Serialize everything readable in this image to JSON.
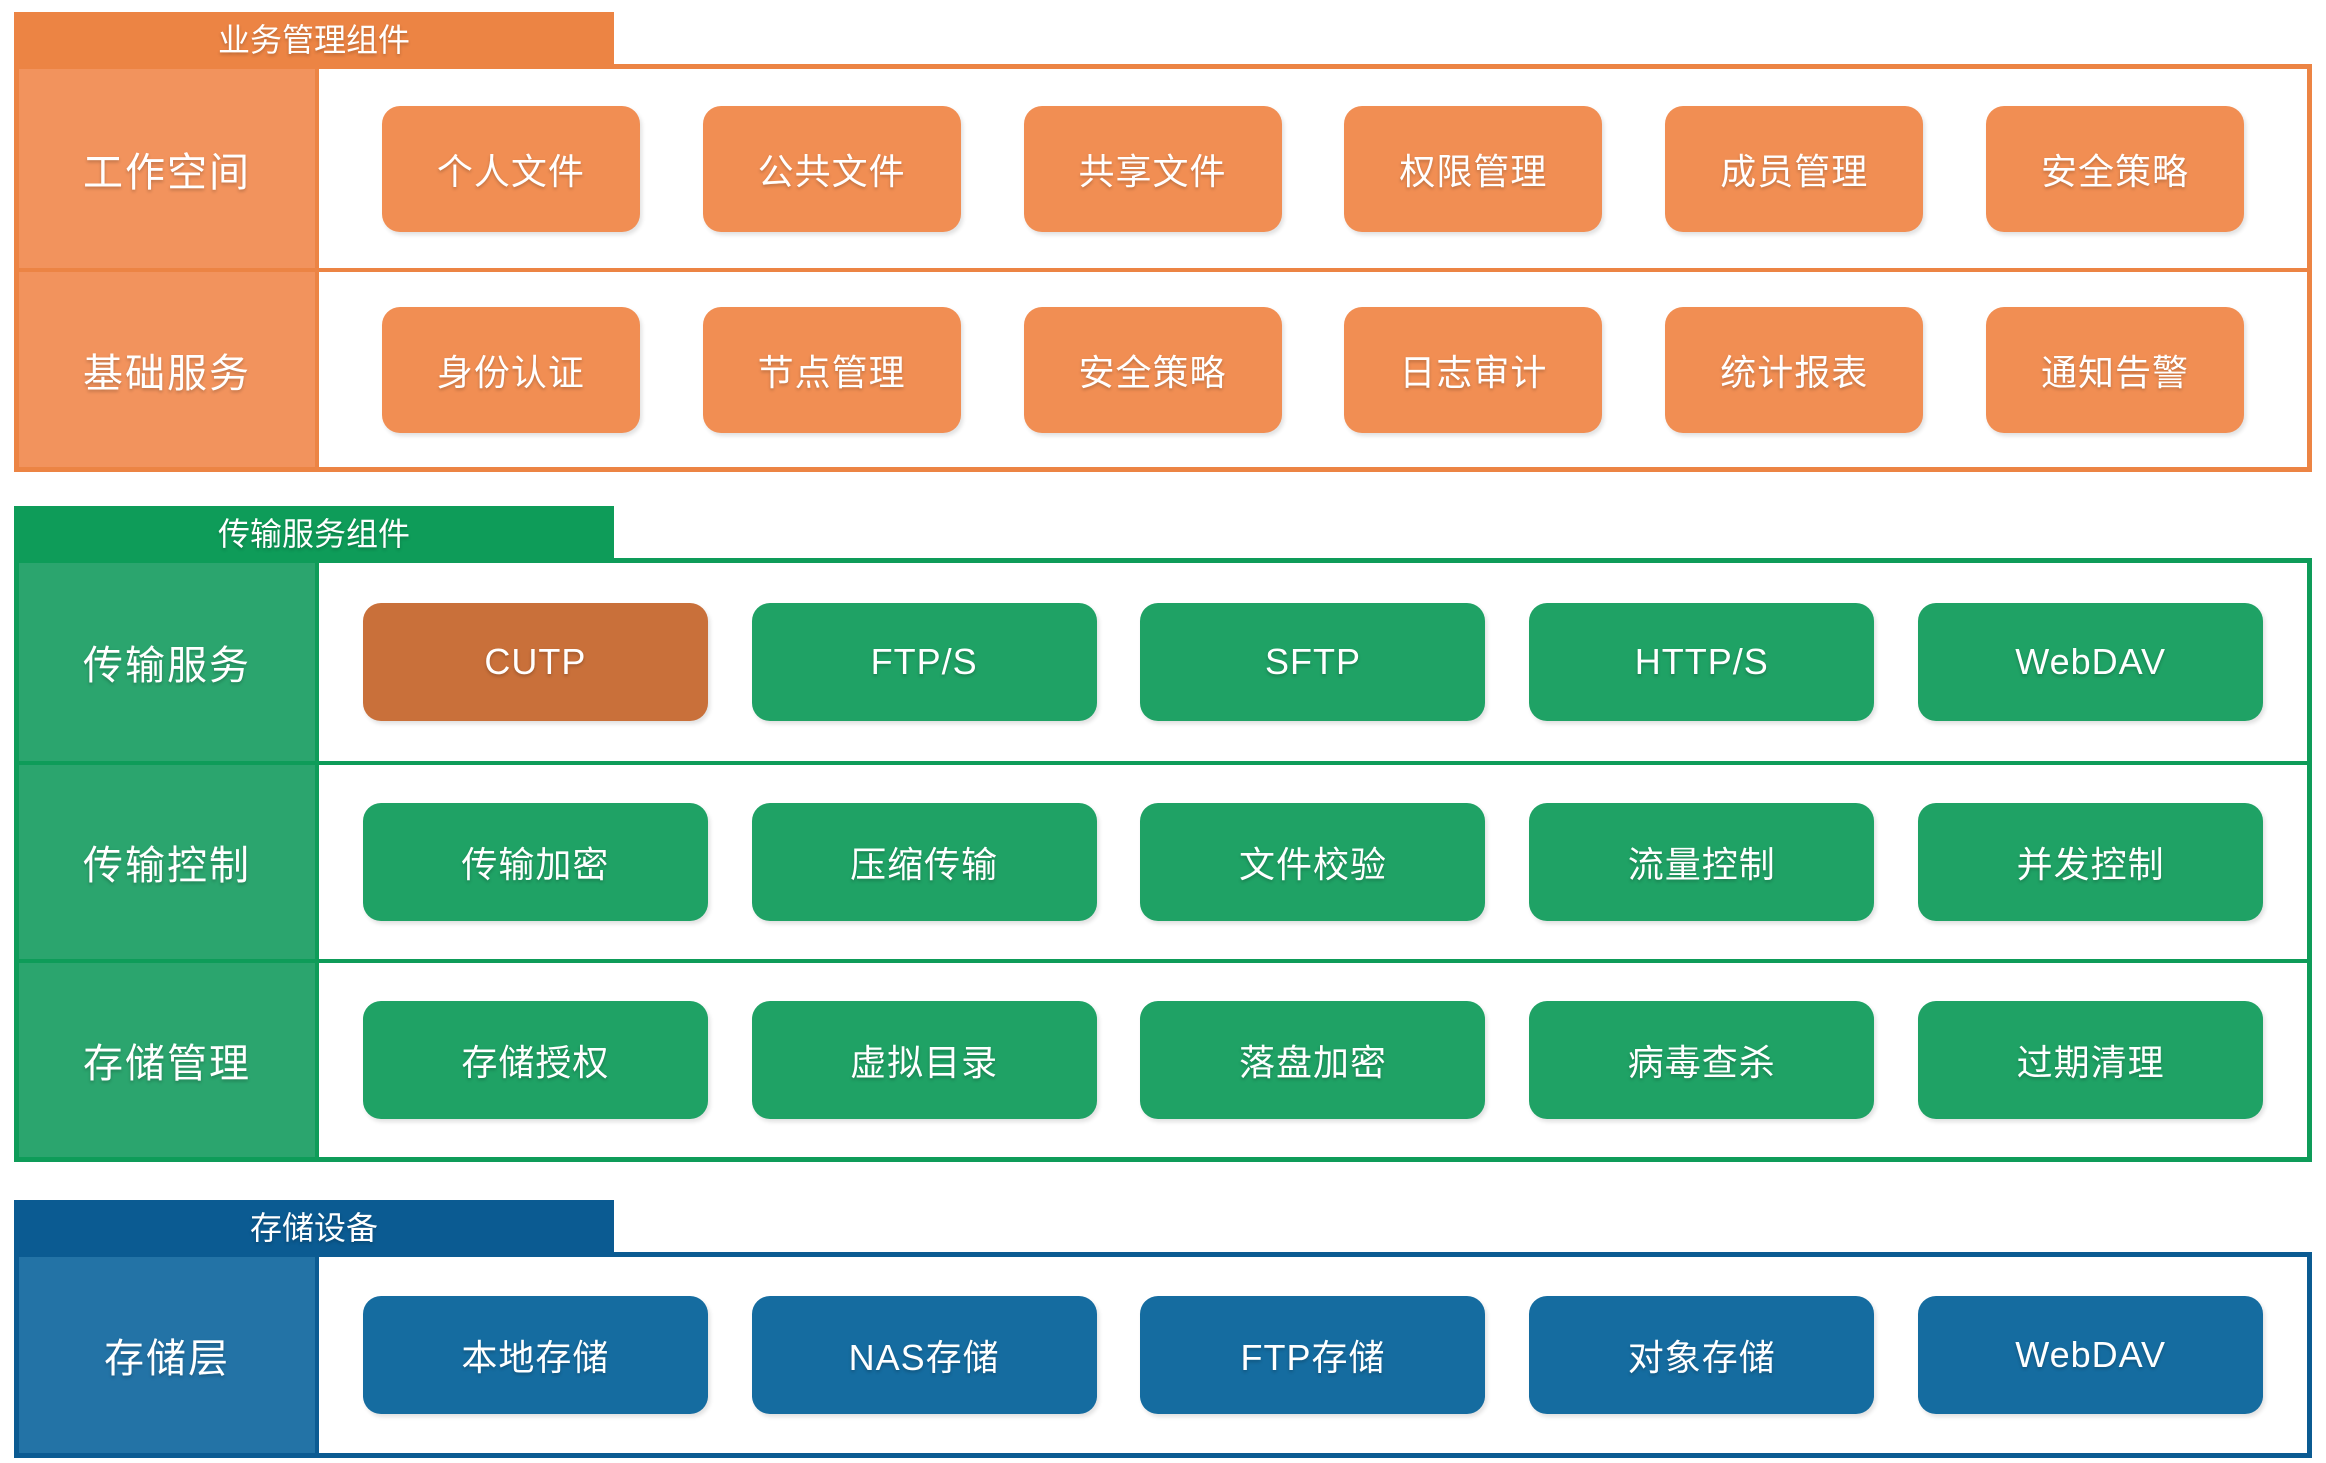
{
  "palette": {
    "orange": "#EC8444",
    "orange_cell": "#F2935D",
    "orange_btn": "#F18E53",
    "green": "#0E9C59",
    "green_cell": "#2BA56E",
    "green_btn": "#1FA265",
    "accent": "#C9703A",
    "blue": "#0B5B92",
    "blue_cell": "#2373A6",
    "blue_btn": "#156CA0"
  },
  "sections": [
    {
      "tab": "业务管理组件",
      "rows": [
        {
          "label": "工作空间",
          "buttons": [
            "个人文件",
            "公共文件",
            "共享文件",
            "权限管理",
            "成员管理",
            "安全策略"
          ]
        },
        {
          "label": "基础服务",
          "buttons": [
            "身份认证",
            "节点管理",
            "安全策略",
            "日志审计",
            "统计报表",
            "通知告警"
          ]
        }
      ]
    },
    {
      "tab": "传输服务组件",
      "highlight": "CUTP",
      "rows": [
        {
          "label": "传输服务",
          "buttons": [
            "CUTP",
            "FTP/S",
            "SFTP",
            "HTTP/S",
            "WebDAV"
          ]
        },
        {
          "label": "传输控制",
          "buttons": [
            "传输加密",
            "压缩传输",
            "文件校验",
            "流量控制",
            "并发控制"
          ]
        },
        {
          "label": "存储管理",
          "buttons": [
            "存储授权",
            "虚拟目录",
            "落盘加密",
            "病毒查杀",
            "过期清理"
          ]
        }
      ]
    },
    {
      "tab": "存储设备",
      "rows": [
        {
          "label": "存储层",
          "buttons": [
            "本地存储",
            "NAS存储",
            "FTP存储",
            "对象存储",
            "WebDAV"
          ]
        }
      ]
    }
  ]
}
